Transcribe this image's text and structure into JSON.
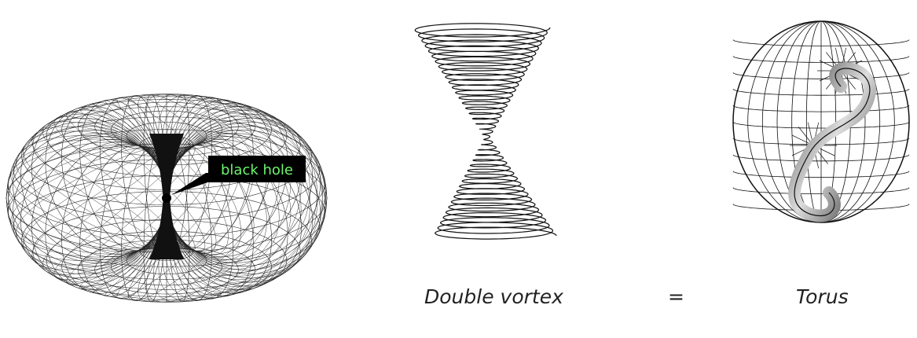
{
  "diagram": {
    "callout_label": "black hole",
    "caption_left": "Double vortex",
    "caption_eq": "=",
    "caption_right": "Torus"
  }
}
